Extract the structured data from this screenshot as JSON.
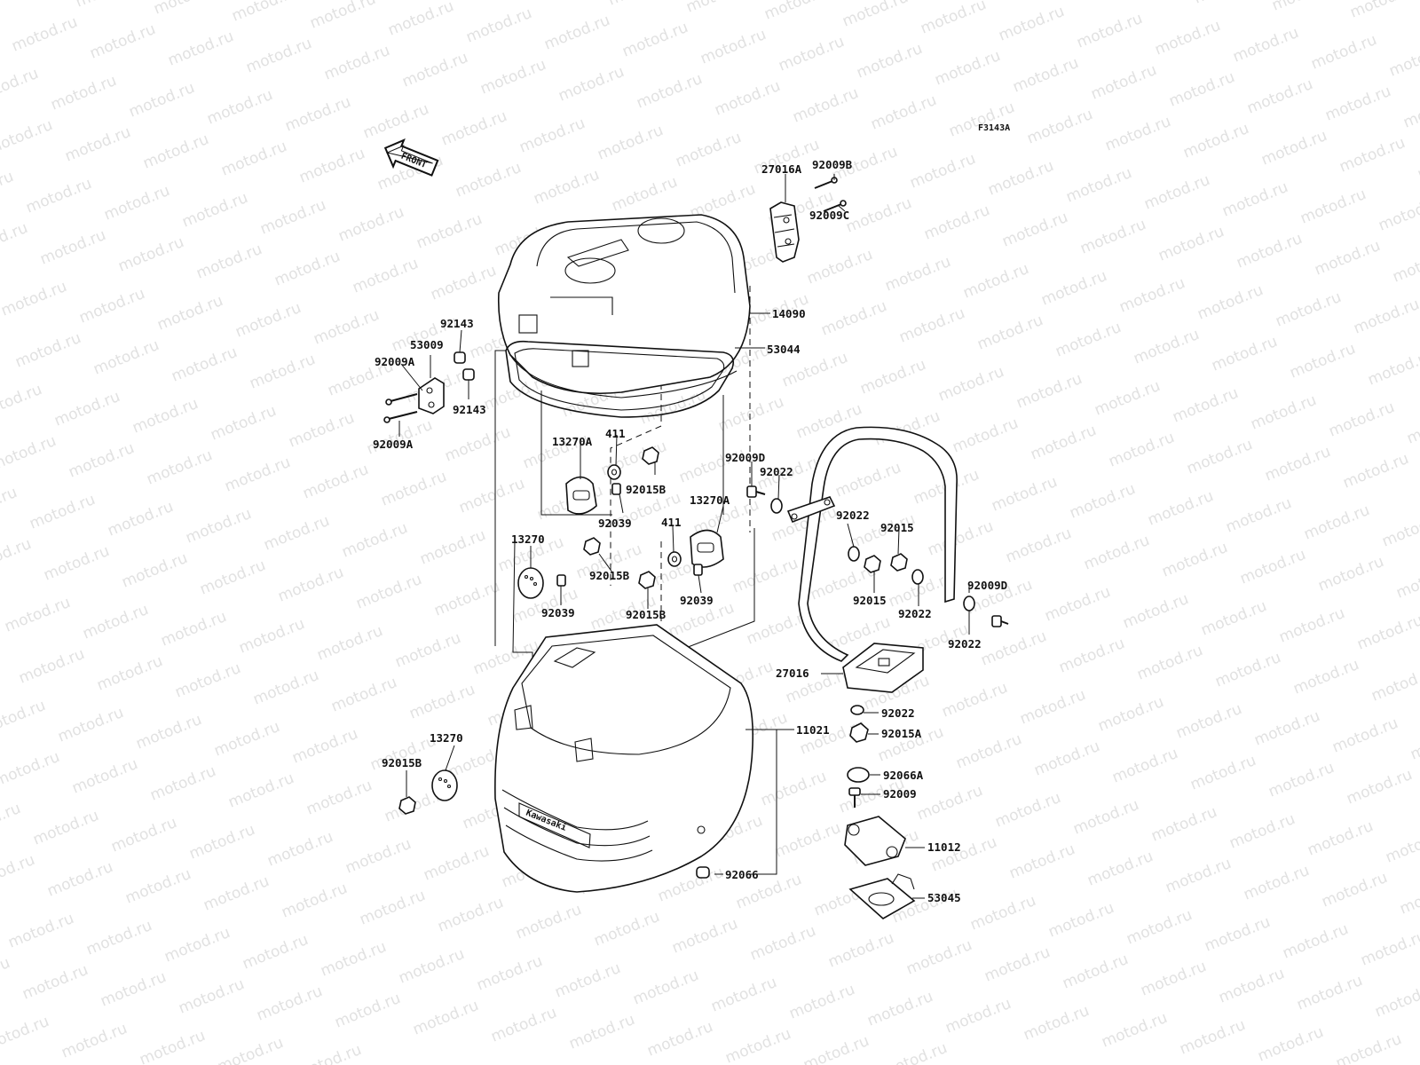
{
  "figure_code": "F3143A",
  "front_arrow_label": "FRONT",
  "watermark": "motod.ru",
  "case_brand": "Kawasaki",
  "parts": {
    "p92009B": "92009B",
    "p27016A": "27016A",
    "p92009C": "92009C",
    "p14090": "14090",
    "p53044": "53044",
    "p92143a": "92143",
    "p53009": "53009",
    "p92009Aa": "92009A",
    "p92143b": "92143",
    "p92009Ab": "92009A",
    "p13270Aa": "13270A",
    "p411a": "411",
    "p92015Ba": "92015B",
    "p92039a": "92039",
    "p92009Da": "92009D",
    "p92022a": "92022",
    "p13270Ab": "13270A",
    "p411b": "411",
    "p92022b": "92022",
    "p92015a": "92015",
    "p13270a": "13270",
    "p92015Bb": "92015B",
    "p92039b": "92039",
    "p92015Bc": "92015B",
    "p92039c": "92039",
    "p92015b": "92015",
    "p92022c": "92022",
    "p92009Db": "92009D",
    "p92022d": "92022",
    "p27016": "27016",
    "p92022e": "92022",
    "p92015A": "92015A",
    "p11021": "11021",
    "p13270b": "13270",
    "p92015Bd": "92015B",
    "p92066A": "92066A",
    "p92009": "92009",
    "p11012": "11012",
    "p92066": "92066",
    "p53045": "53045"
  }
}
